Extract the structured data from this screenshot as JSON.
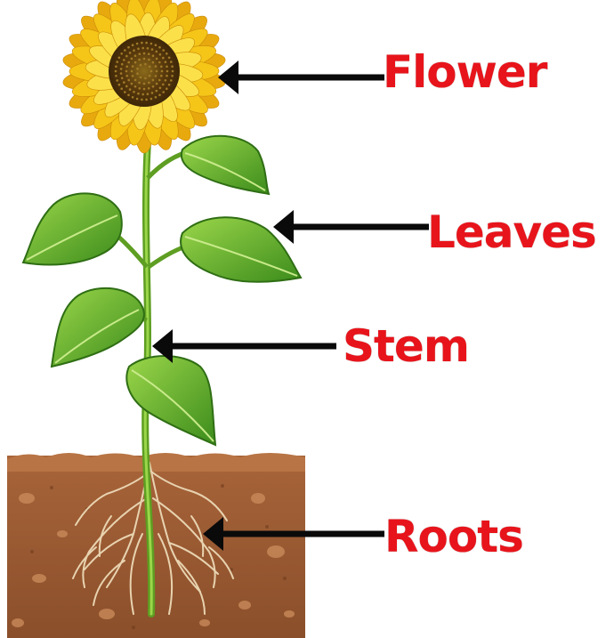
{
  "labels": {
    "flower": "Flower",
    "leaves": "Leaves",
    "stem": "Stem",
    "roots": "Roots"
  },
  "colors": {
    "label": "#e8141b",
    "arrow": "#0a0a0a",
    "soil": "#9a5a2e",
    "soil_top": "#b06d3c",
    "stem": "#6fb52c",
    "leaf": "#4a9e23",
    "leaf_light": "#8ccc3e",
    "petal": "#f5c518",
    "flower_center": "#6b4a12",
    "roots": "#e6d2b0"
  },
  "icons": {
    "flower": "sunflower-icon",
    "leaf": "leaf-icon",
    "arrow": "left-arrow-icon"
  }
}
